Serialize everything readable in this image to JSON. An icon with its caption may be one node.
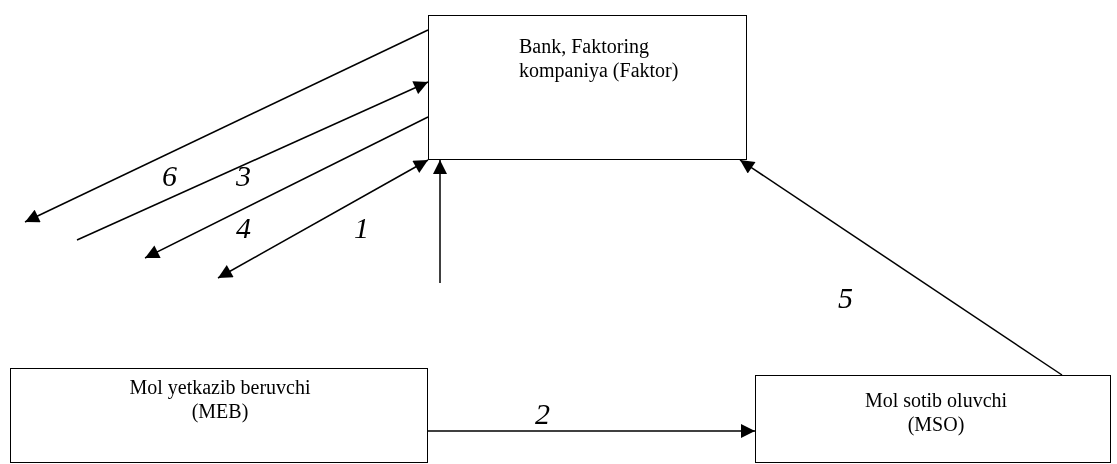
{
  "diagram": {
    "nodes": [
      {
        "text": [
          "Bank, Faktoring kompaniya (Faktor)"
        ]
      },
      {
        "text": [
          "Mol yetkazib beruvchi (MEB)"
        ]
      },
      {
        "text": [
          "Mol sotib oluvchi (MSO)"
        ]
      }
    ],
    "edges": [
      {
        "from": 1,
        "to": 2,
        "arrow": "to",
        "label": "2"
      },
      {
        "from": 2,
        "to": 0,
        "arrow": "to",
        "label": "5"
      },
      {
        "from": 0,
        "to": null,
        "arrow": "to",
        "label": "6"
      },
      {
        "from": null,
        "to": 0,
        "arrow": "to",
        "label": "3"
      },
      {
        "from": 0,
        "to": null,
        "arrow": "to",
        "label": "4"
      },
      {
        "from": null,
        "to": 0,
        "arrow": "both",
        "label": "1"
      },
      {
        "from": null,
        "to": 0,
        "arrow": "to"
      }
    ]
  }
}
